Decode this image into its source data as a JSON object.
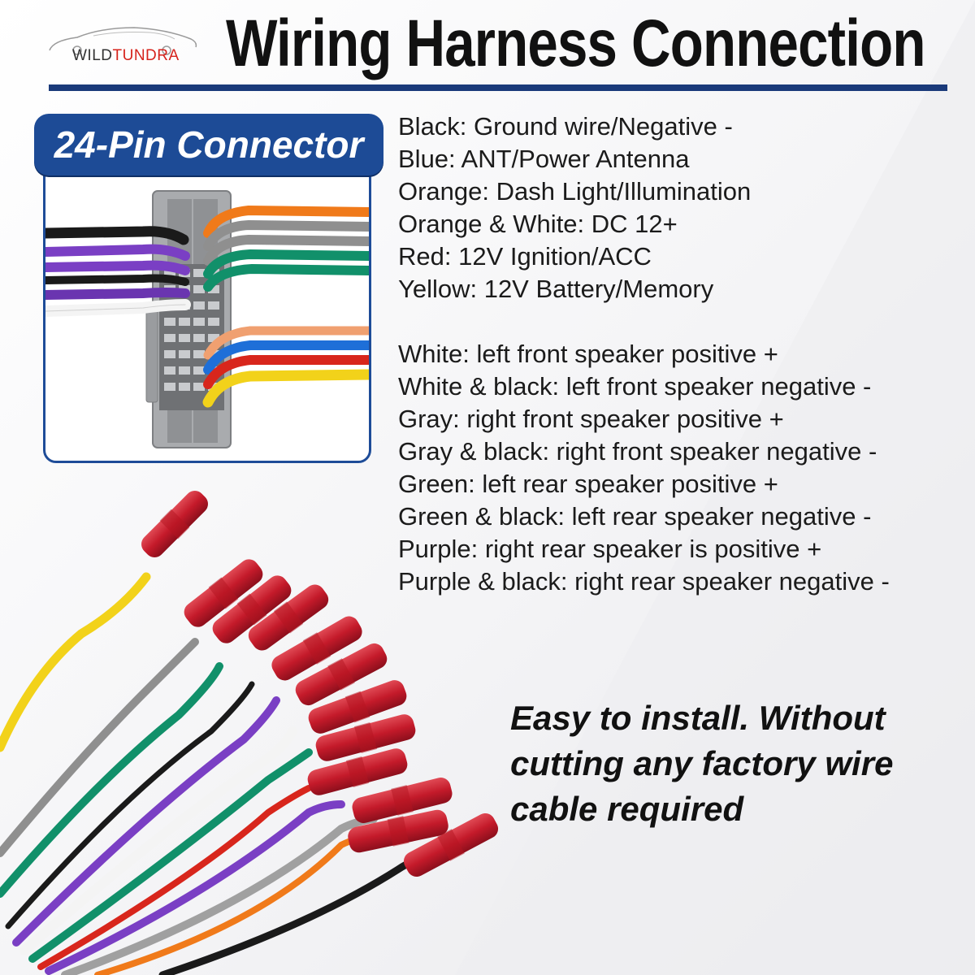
{
  "brand": {
    "name_part1": "WILD",
    "name_part2": "TUNDRA",
    "logo_icon": "car-silhouette-icon"
  },
  "title": "Wiring Harness Connection",
  "connector": {
    "badge": "24-Pin Connector"
  },
  "legend_group1": [
    "Black: Ground wire/Negative -",
    "Blue: ANT/Power Antenna",
    "Orange: Dash Light/Illumination",
    "Orange & White: DC 12+",
    "Red: 12V Ignition/ACC",
    "Yellow: 12V Battery/Memory"
  ],
  "legend_group2": [
    "White: left front speaker positive +",
    "White & black: left front speaker negative -",
    "Gray: right front speaker positive +",
    "Gray &  black: right front speaker negative -",
    "Green: left rear speaker positive +",
    "Green & black: left rear speaker negative -",
    "Purple: right rear speaker is positive +",
    "Purple & black: right rear speaker negative -"
  ],
  "install_lines": [
    "Easy to install. Without",
    "cutting any factory wire",
    "cable required"
  ],
  "colors": {
    "brand_blue": "#1d4b96",
    "logo_red": "#d6231c",
    "connector_gray": "#a9abae",
    "terminal_red": "#c41a2a",
    "wire_black": "#1a1a1a",
    "wire_purple": "#7a3fc4",
    "wire_white": "#f4f4f4",
    "wire_orange": "#f07a1a",
    "wire_gray": "#8f8f8f",
    "wire_green": "#11906a",
    "wire_blue": "#1e6fd8",
    "wire_red": "#d8261c",
    "wire_yellow": "#f2d21a"
  }
}
